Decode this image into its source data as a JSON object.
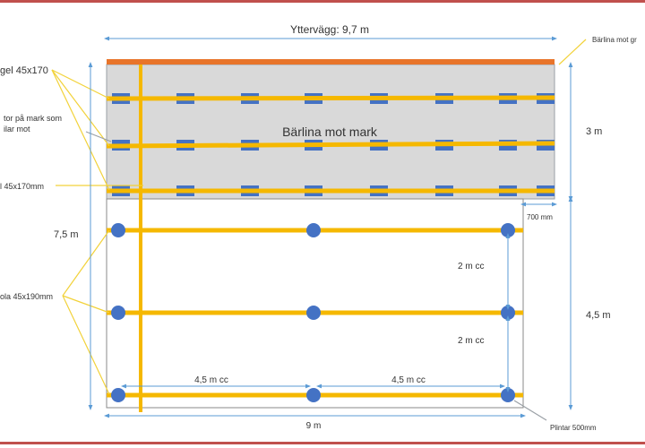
{
  "colors": {
    "frame": "#c0504d",
    "timber": "#f5b800",
    "timber_edge": "#e6a800",
    "roof_edge": "#e8742a",
    "ground_zone": "#d9d9d9",
    "blocks": "#4472c4",
    "plinth": "#4472c4",
    "dimension": "#5b9bd5",
    "callout": "#f2d23a",
    "text": "#333333"
  },
  "labels": {
    "outer_wall": "Yttervägg: 9,7 m",
    "ground_beam_top": "Bärlina mot gr",
    "ground_beam_center": "Bärlina mot mark",
    "joist_top": "gel 45x170",
    "blocks_note_line1": "tor på mark som",
    "blocks_note_line2": "ilar mot",
    "joist_mid": "l 45x170mm",
    "beam_lower": "ola 45x190mm",
    "dim_height_total": "7,5 m",
    "dim_upper": "3 m",
    "dim_lower": "4,5 m",
    "dim_overhang": "700 mm",
    "dim_spacing_1": "2 m cc",
    "dim_spacing_2": "2 m cc",
    "dim_span_left": "4,5 m cc",
    "dim_span_right": "4,5 m cc",
    "dim_width": "9 m",
    "plinth_note": "Plintar 500mm"
  }
}
